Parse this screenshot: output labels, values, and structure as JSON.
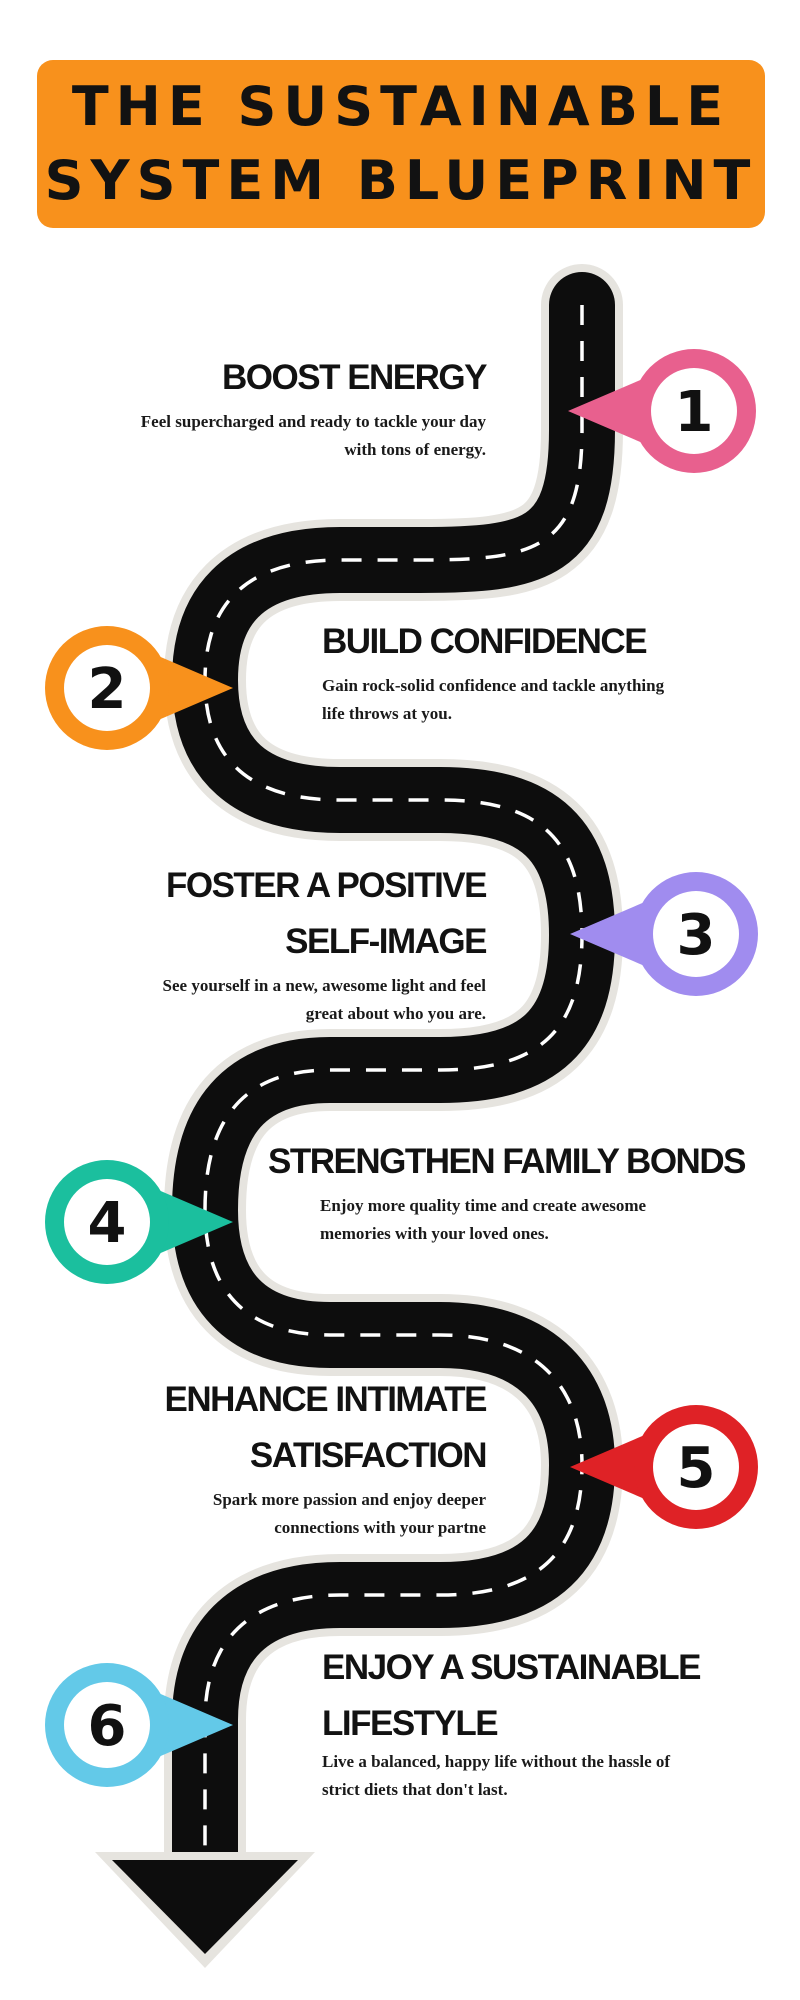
{
  "header": {
    "line1": "THE SUSTAINABLE",
    "line2": "SYSTEM BLUEPRINT",
    "bg_color": "#F8911C"
  },
  "road": {
    "road_color": "#0d0d0d",
    "edge_color": "#e6e4df",
    "dash_color": "#ffffff"
  },
  "steps": [
    {
      "number": "1",
      "title_lines": [
        "BOOST ENERGY"
      ],
      "desc_lines": [
        "Feel supercharged and ready to tackle your day",
        "with tons of energy."
      ],
      "color": "#E8608E"
    },
    {
      "number": "2",
      "title_lines": [
        "BUILD CONFIDENCE"
      ],
      "desc_lines": [
        "Gain rock-solid confidence and tackle anything",
        "life throws at you."
      ],
      "color": "#F8911C"
    },
    {
      "number": "3",
      "title_lines": [
        "FOSTER A POSITIVE",
        "SELF-IMAGE"
      ],
      "desc_lines": [
        "See yourself in a new, awesome light and feel",
        "great about who you are."
      ],
      "color": "#A08CEF"
    },
    {
      "number": "4",
      "title_lines": [
        "STRENGTHEN FAMILY BONDS"
      ],
      "desc_lines": [
        "Enjoy more quality time and create awesome",
        "memories with your loved ones."
      ],
      "color": "#1BBF9E"
    },
    {
      "number": "5",
      "title_lines": [
        "ENHANCE INTIMATE",
        "SATISFACTION"
      ],
      "desc_lines": [
        "Spark more passion and enjoy deeper",
        "connections with your partne"
      ],
      "color": "#DF2226"
    },
    {
      "number": "6",
      "title_lines": [
        "ENJOY A SUSTAINABLE",
        "LIFESTYLE"
      ],
      "desc_lines": [
        "Live a balanced, happy life without the hassle of",
        "strict diets that don't last."
      ],
      "color": "#63C9E8"
    }
  ]
}
